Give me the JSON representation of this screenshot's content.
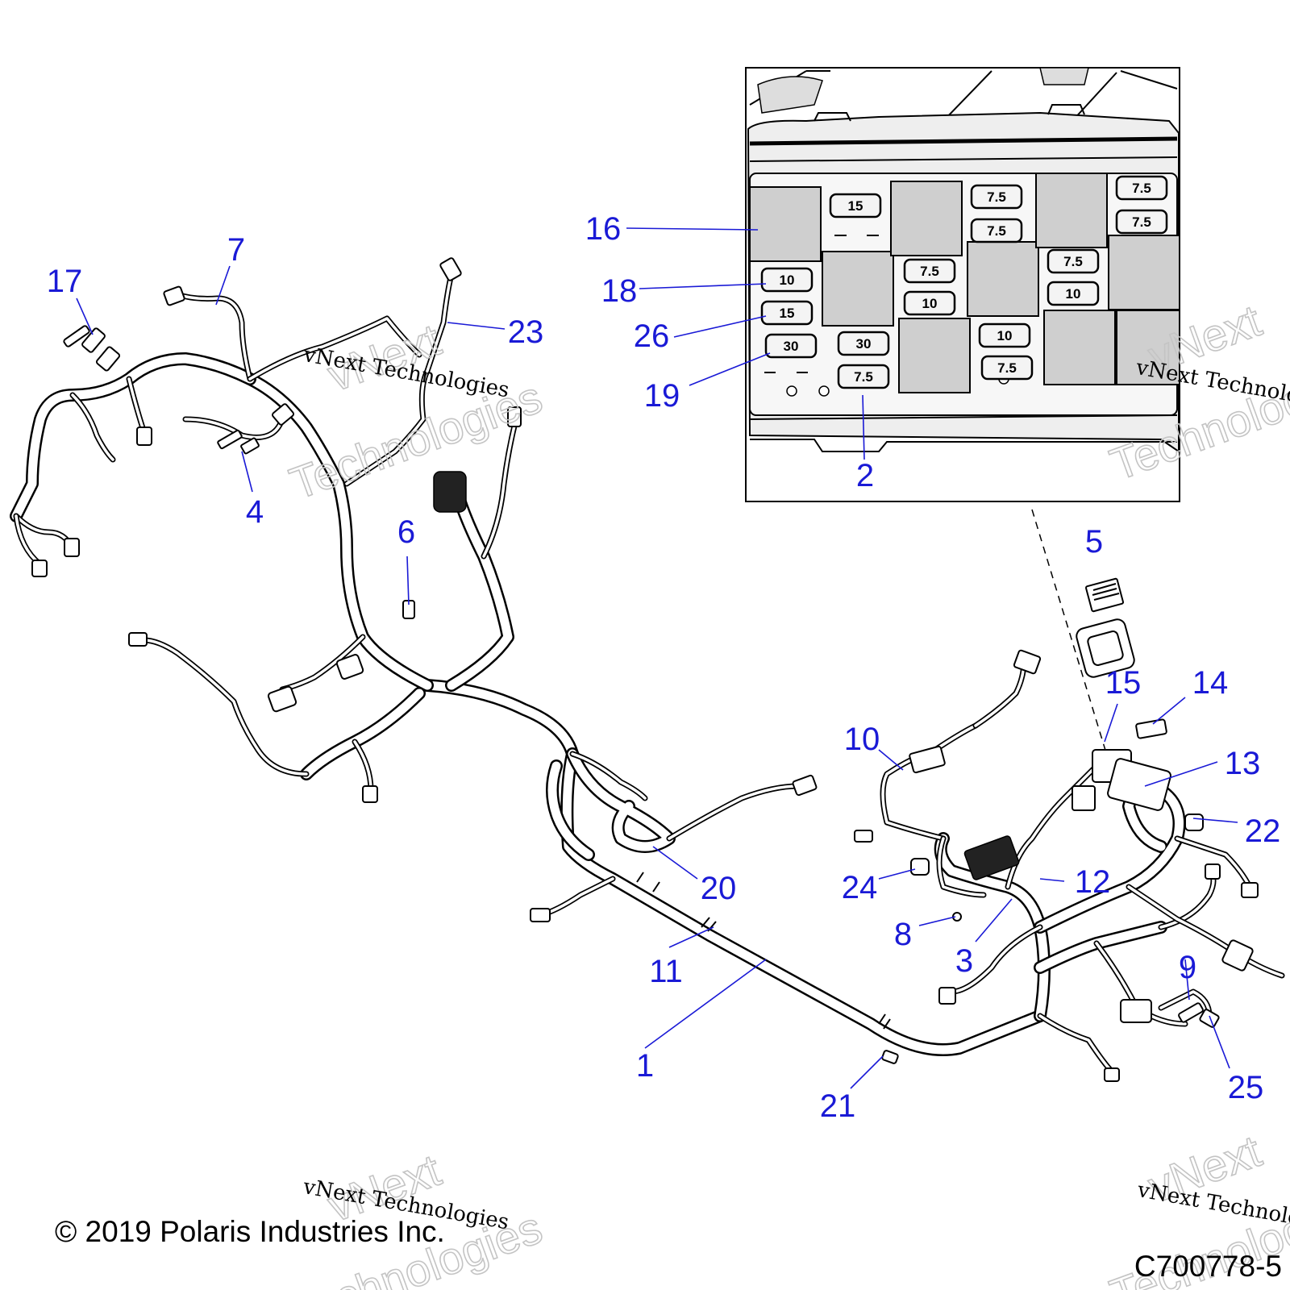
{
  "callouts": [
    {
      "id": "c1",
      "label": "1"
    },
    {
      "id": "c2",
      "label": "2"
    },
    {
      "id": "c3",
      "label": "3"
    },
    {
      "id": "c4",
      "label": "4"
    },
    {
      "id": "c5",
      "label": "5"
    },
    {
      "id": "c6",
      "label": "6"
    },
    {
      "id": "c7",
      "label": "7"
    },
    {
      "id": "c8",
      "label": "8"
    },
    {
      "id": "c9",
      "label": "9"
    },
    {
      "id": "c10",
      "label": "10"
    },
    {
      "id": "c11",
      "label": "11"
    },
    {
      "id": "c12",
      "label": "12"
    },
    {
      "id": "c13",
      "label": "13"
    },
    {
      "id": "c14",
      "label": "14"
    },
    {
      "id": "c15",
      "label": "15"
    },
    {
      "id": "c16",
      "label": "16"
    },
    {
      "id": "c17",
      "label": "17"
    },
    {
      "id": "c18",
      "label": "18"
    },
    {
      "id": "c19",
      "label": "19"
    },
    {
      "id": "c20",
      "label": "20"
    },
    {
      "id": "c21",
      "label": "21"
    },
    {
      "id": "c22",
      "label": "22"
    },
    {
      "id": "c23",
      "label": "23"
    },
    {
      "id": "c24",
      "label": "24"
    },
    {
      "id": "c25",
      "label": "25"
    },
    {
      "id": "c26",
      "label": "26"
    }
  ],
  "fuses": {
    "col1": [
      "10",
      "15",
      "30"
    ],
    "col2": [
      "15",
      "30",
      "7.5"
    ],
    "col3": [
      "7.5",
      "10"
    ],
    "col4": [
      "7.5",
      "7.5",
      "10",
      "7.5"
    ],
    "col5": [
      "7.5",
      "10"
    ],
    "col6": [
      "7.5",
      "7.5"
    ]
  },
  "watermark": {
    "script_text": "vNext Technologies",
    "outline_top": "vNext",
    "outline_bottom": "Technologies"
  },
  "footer": {
    "copyright": "© 2019 Polaris Industries Inc.",
    "figure_code": "C700778-5"
  }
}
